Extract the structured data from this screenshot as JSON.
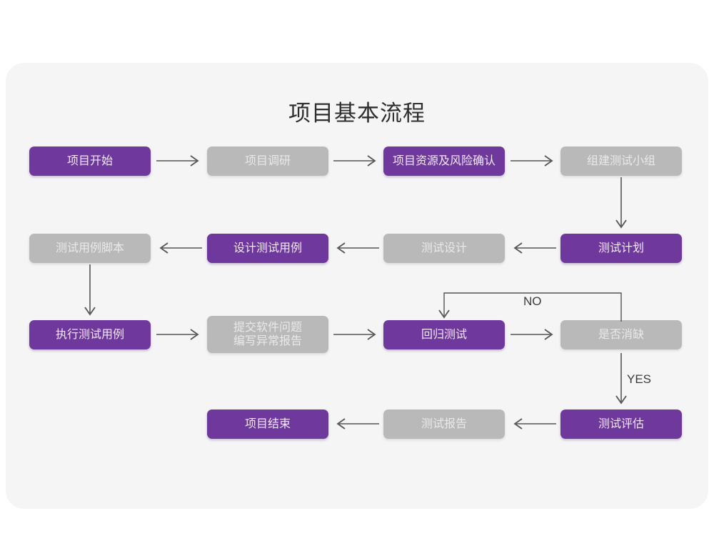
{
  "page": {
    "title": "项目基本流程",
    "card_bg": "#f5f5f5",
    "page_bg": "#ffffff"
  },
  "palette": {
    "purple": "#6f389c",
    "purple_text": "#f2eaf7",
    "gray": "#b9b9b9",
    "gray_text": "#e9e9e9",
    "arrow": "#555555",
    "label_text": "#3a3a3a"
  },
  "nodes": [
    {
      "id": "n1",
      "label": "项目开始",
      "style": "purple",
      "row": 1,
      "col": 1
    },
    {
      "id": "n2",
      "label": "项目调研",
      "style": "gray",
      "row": 1,
      "col": 2
    },
    {
      "id": "n3",
      "label": "项目资源及风险确认",
      "style": "purple",
      "row": 1,
      "col": 3
    },
    {
      "id": "n4",
      "label": "组建测试小组",
      "style": "gray",
      "row": 1,
      "col": 4
    },
    {
      "id": "n5",
      "label": "测试用例脚本",
      "style": "gray",
      "row": 2,
      "col": 1
    },
    {
      "id": "n6",
      "label": "设计测试用例",
      "style": "purple",
      "row": 2,
      "col": 2
    },
    {
      "id": "n7",
      "label": "测试设计",
      "style": "gray",
      "row": 2,
      "col": 3
    },
    {
      "id": "n8",
      "label": "测试计划",
      "style": "purple",
      "row": 2,
      "col": 4
    },
    {
      "id": "n9",
      "label": "执行测试用例",
      "style": "purple",
      "row": 3,
      "col": 1
    },
    {
      "id": "n10",
      "label": "提交软件问题\n编写异常报告",
      "style": "gray",
      "row": 3,
      "col": 2
    },
    {
      "id": "n11",
      "label": "回归测试",
      "style": "purple",
      "row": 3,
      "col": 3
    },
    {
      "id": "n12",
      "label": "是否消缺",
      "style": "gray",
      "row": 3,
      "col": 4
    },
    {
      "id": "n13",
      "label": "项目结束",
      "style": "purple",
      "row": 4,
      "col": 2
    },
    {
      "id": "n14",
      "label": "测试报告",
      "style": "gray",
      "row": 4,
      "col": 3
    },
    {
      "id": "n15",
      "label": "测试评估",
      "style": "purple",
      "row": 4,
      "col": 4
    }
  ],
  "edges": [
    {
      "id": "e1",
      "from": "n1",
      "to": "n2",
      "dir": "right",
      "label": ""
    },
    {
      "id": "e2",
      "from": "n2",
      "to": "n3",
      "dir": "right",
      "label": ""
    },
    {
      "id": "e3",
      "from": "n3",
      "to": "n4",
      "dir": "right",
      "label": ""
    },
    {
      "id": "e4",
      "from": "n4",
      "to": "n8",
      "dir": "down",
      "label": ""
    },
    {
      "id": "e5",
      "from": "n8",
      "to": "n7",
      "dir": "left",
      "label": ""
    },
    {
      "id": "e6",
      "from": "n7",
      "to": "n6",
      "dir": "left",
      "label": ""
    },
    {
      "id": "e7",
      "from": "n6",
      "to": "n5",
      "dir": "left",
      "label": ""
    },
    {
      "id": "e8",
      "from": "n5",
      "to": "n9",
      "dir": "down",
      "label": ""
    },
    {
      "id": "e9",
      "from": "n9",
      "to": "n10",
      "dir": "right",
      "label": ""
    },
    {
      "id": "e10",
      "from": "n10",
      "to": "n11",
      "dir": "right",
      "label": ""
    },
    {
      "id": "e11",
      "from": "n11",
      "to": "n12",
      "dir": "right",
      "label": ""
    },
    {
      "id": "e12",
      "from": "n12",
      "to": "n11",
      "dir": "loop-back",
      "label": "NO"
    },
    {
      "id": "e13",
      "from": "n12",
      "to": "n15",
      "dir": "down",
      "label": "YES"
    },
    {
      "id": "e14",
      "from": "n15",
      "to": "n14",
      "dir": "left",
      "label": ""
    },
    {
      "id": "e15",
      "from": "n14",
      "to": "n13",
      "dir": "left",
      "label": ""
    }
  ],
  "labels": {
    "no": "NO",
    "yes": "YES"
  }
}
